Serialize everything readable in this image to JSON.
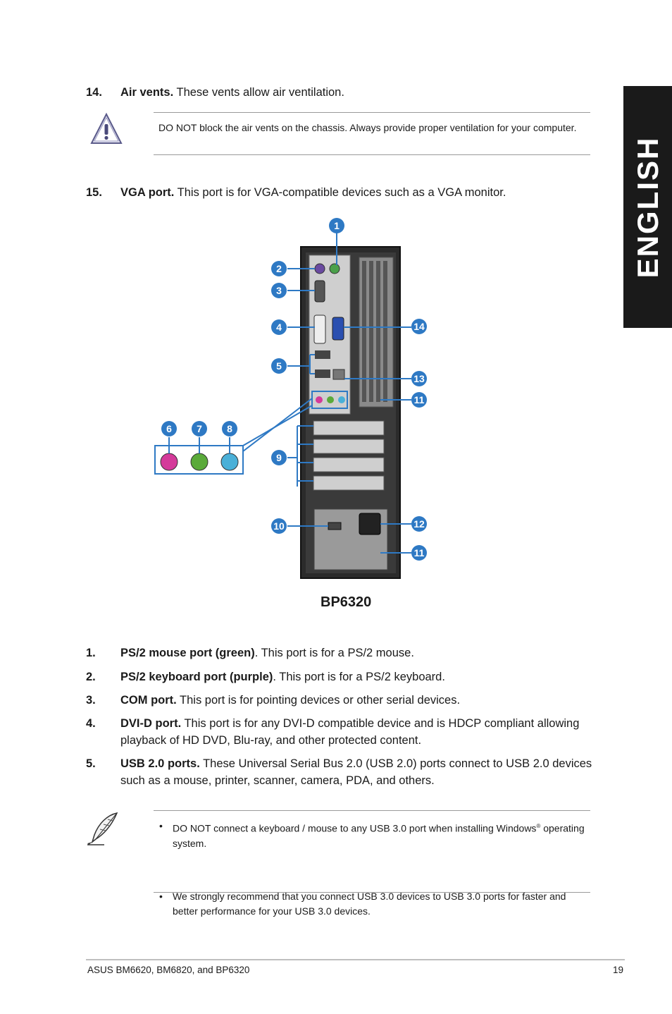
{
  "side_tab": {
    "label": "ENGLISH"
  },
  "item14": {
    "number": "14.",
    "term": "Air vents.",
    "text": " These vents allow air ventilation."
  },
  "warning_note": {
    "icon": "warning-triangle-icon",
    "text": "DO NOT block the air vents on the chassis. Always provide proper ventilation for your computer."
  },
  "item15": {
    "number": "15.",
    "term": "VGA port.",
    "text": " This port is for VGA-compatible devices such as a VGA monitor."
  },
  "figure": {
    "caption": "BP6320",
    "callouts": [
      "1",
      "2",
      "3",
      "4",
      "5",
      "6",
      "7",
      "8",
      "9",
      "10",
      "11",
      "12",
      "13",
      "14",
      "11"
    ]
  },
  "items": [
    {
      "number": "1.",
      "term": "PS/2 mouse port (green)",
      "text": ". This port is for a PS/2 mouse."
    },
    {
      "number": "2.",
      "term": "PS/2 keyboard port (purple)",
      "text": ". This port is for a PS/2 keyboard."
    },
    {
      "number": "3.",
      "term": "COM port.",
      "text": " This port is for pointing devices or other serial devices."
    },
    {
      "number": "4.",
      "term": "DVI-D port.",
      "text": " This port is for any DVI-D compatible device and is HDCP compliant allowing playback of HD DVD, Blu-ray, and other protected content."
    },
    {
      "number": "5.",
      "term": "USB 2.0 ports.",
      "text": " These Universal Serial Bus 2.0 (USB 2.0) ports connect to USB 2.0 devices such as a mouse, printer, scanner, camera, PDA, and others."
    }
  ],
  "info_note": {
    "icon": "feather-pen-icon",
    "bullet1_a": "DO NOT connect a keyboard / mouse to any USB 3.0 port when installing Windows",
    "bullet1_reg": "®",
    "bullet1_b": " operating system.",
    "bullet2": "We strongly recommend that you connect USB 3.0 devices to USB 3.0 ports for faster and better performance for your USB 3.0 devices."
  },
  "footer": {
    "left": "ASUS BM6620, BM6820, and BP6320",
    "page": "19"
  },
  "colors": {
    "callout_blue": "#2e79c4",
    "side_tab": "#1a1a1a"
  }
}
